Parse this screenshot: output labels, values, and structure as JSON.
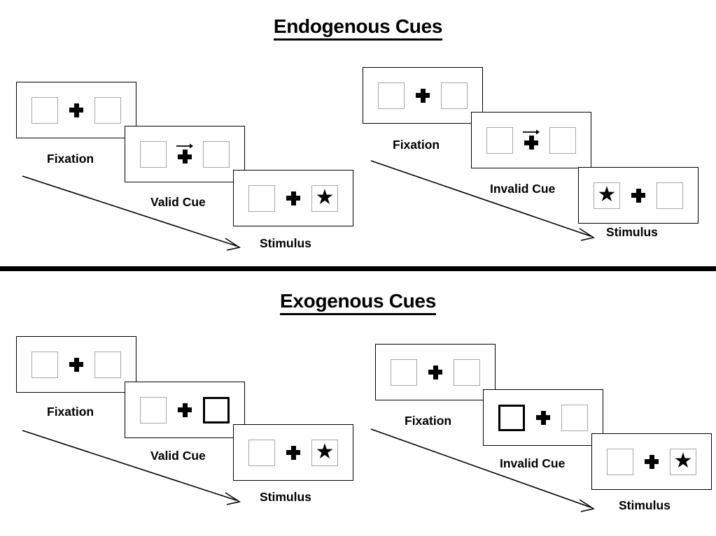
{
  "sections": [
    {
      "id": "endogenous",
      "title": "Endogenous Cues",
      "groups": [
        {
          "id": "endogenous-valid",
          "panels": [
            {
              "caption": "Fixation",
              "left_box": "empty",
              "right_box": "empty",
              "arrow": "none"
            },
            {
              "caption": "Valid Cue",
              "left_box": "empty",
              "right_box": "empty",
              "arrow": "right"
            },
            {
              "caption": "Stimulus",
              "left_box": "empty",
              "right_box": "star",
              "arrow": "none"
            }
          ]
        },
        {
          "id": "endogenous-invalid",
          "panels": [
            {
              "caption": "Fixation",
              "left_box": "empty",
              "right_box": "empty",
              "arrow": "none"
            },
            {
              "caption": "Invalid Cue",
              "left_box": "empty",
              "right_box": "empty",
              "arrow": "right"
            },
            {
              "caption": "Stimulus",
              "left_box": "star",
              "right_box": "empty",
              "arrow": "none"
            }
          ]
        }
      ]
    },
    {
      "id": "exogenous",
      "title": "Exogenous Cues",
      "groups": [
        {
          "id": "exogenous-valid",
          "panels": [
            {
              "caption": "Fixation",
              "left_box": "empty",
              "right_box": "empty",
              "arrow": "none"
            },
            {
              "caption": "Valid Cue",
              "left_box": "empty",
              "right_box": "cued",
              "arrow": "none"
            },
            {
              "caption": "Stimulus",
              "left_box": "empty",
              "right_box": "star",
              "arrow": "none"
            }
          ]
        },
        {
          "id": "exogenous-invalid",
          "panels": [
            {
              "caption": "Fixation",
              "left_box": "empty",
              "right_box": "empty",
              "arrow": "none"
            },
            {
              "caption": "Invalid Cue",
              "left_box": "cued",
              "right_box": "empty",
              "arrow": "none"
            },
            {
              "caption": "Stimulus",
              "left_box": "empty",
              "right_box": "star",
              "arrow": "none"
            }
          ]
        }
      ]
    }
  ],
  "glyphs": {
    "star": "★"
  },
  "colors": {
    "stroke": "#000000",
    "box_border": "#a6a6a6",
    "background": "#ffffff"
  }
}
